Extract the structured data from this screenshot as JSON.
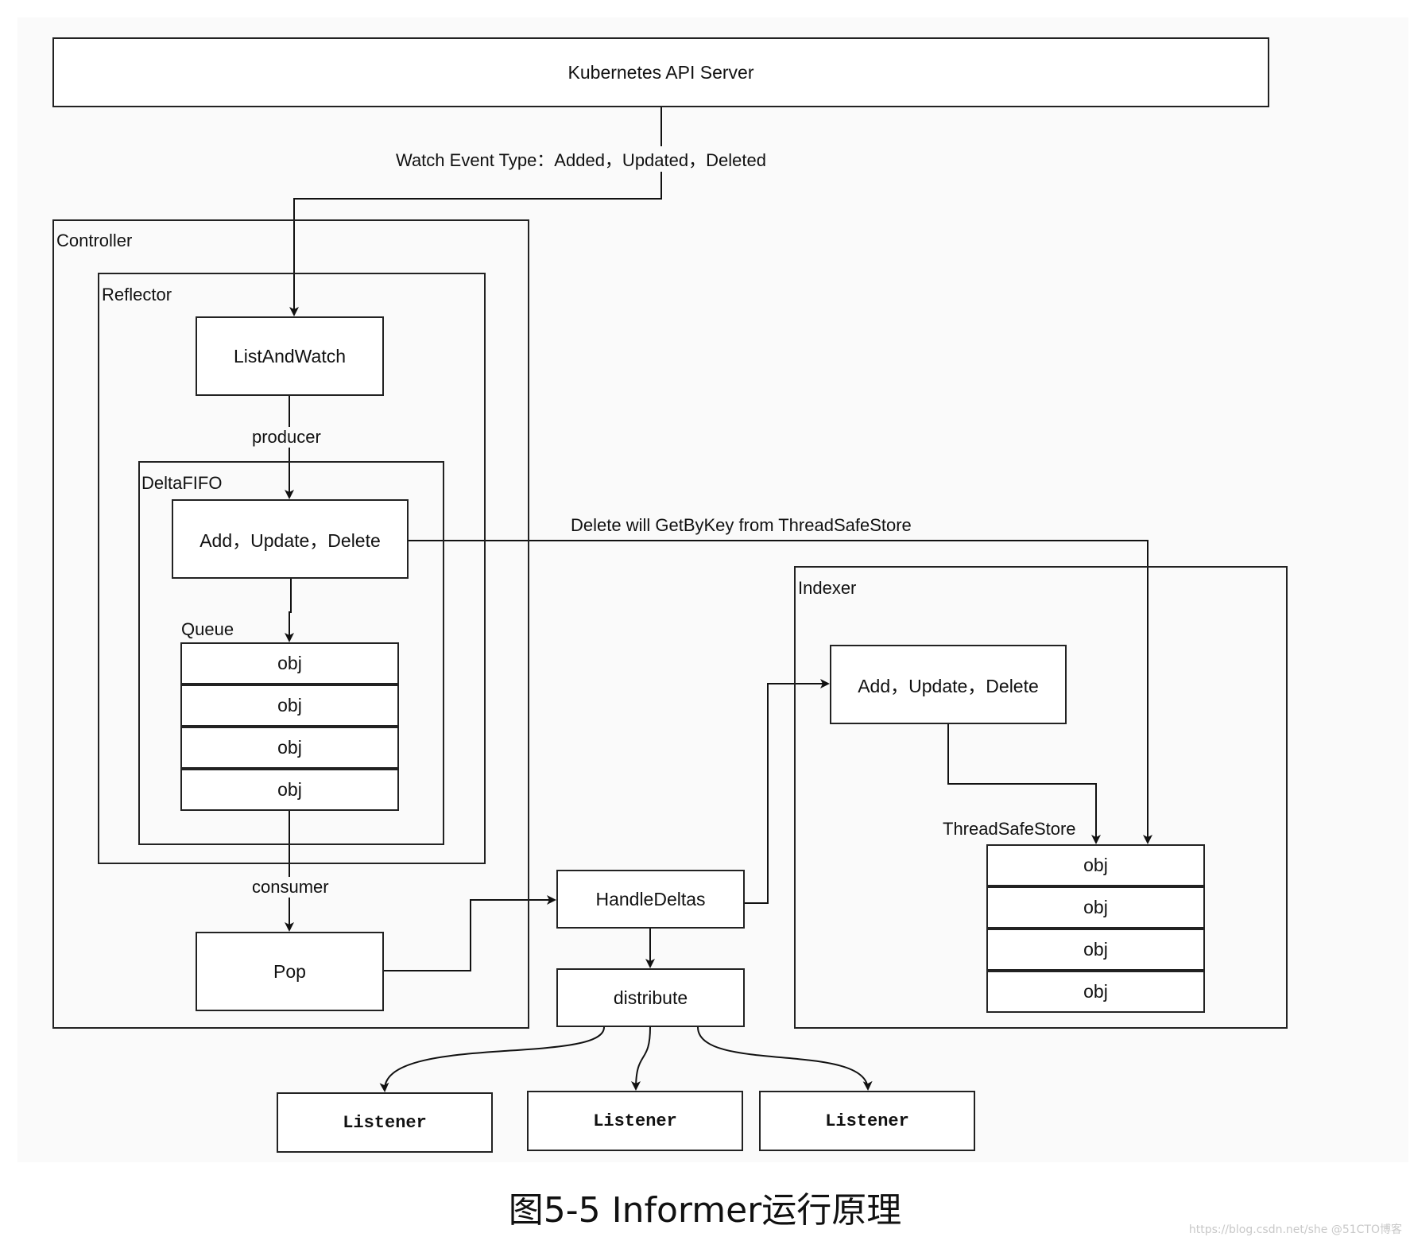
{
  "diagram": {
    "api_server": "Kubernetes API Server",
    "watch_event_label": "Watch Event Type：Added，Updated，Deleted",
    "controller": {
      "label": "Controller",
      "reflector": {
        "label": "Reflector",
        "list_and_watch": "ListAndWatch",
        "producer_label": "producer",
        "delta_fifo": {
          "label": "DeltaFIFO",
          "ops": "Add，Update，Delete",
          "queue_label": "Queue",
          "queue_items": [
            "obj",
            "obj",
            "obj",
            "obj"
          ]
        }
      },
      "consumer_label": "consumer",
      "pop": "Pop"
    },
    "delete_note": "Delete will GetByKey from ThreadSafeStore",
    "handle_deltas": "HandleDeltas",
    "distribute": "distribute",
    "listeners": [
      "Listener",
      "Listener",
      "Listener"
    ],
    "indexer": {
      "label": "Indexer",
      "ops": "Add，Update，Delete",
      "store_label": "ThreadSafeStore",
      "store_items": [
        "obj",
        "obj",
        "obj",
        "obj"
      ]
    }
  },
  "caption": "图5-5 Informer运行原理",
  "watermark": "https://blog.csdn.net/she @51CTO博客"
}
